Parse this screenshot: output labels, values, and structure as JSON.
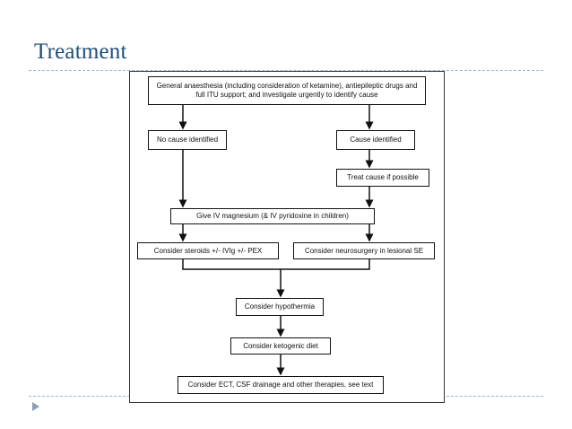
{
  "slide": {
    "title": "Treatment"
  },
  "flowchart": {
    "nodes": {
      "start": "General anaesthesia (including consideration of ketamine), antiepileptic drugs and full ITU support; and investigate urgently to identify cause",
      "no_cause": "No cause identified",
      "cause": "Cause identified",
      "treat_cause": "Treat cause if possible",
      "magnesium": "Give IV magnesium (& IV pyridoxine in children)",
      "steroids": "Consider steroids +/- IVIg +/- PEX",
      "neurosurgery": "Consider neurosurgery in lesional SE",
      "hypothermia": "Consider hypothermia",
      "ketogenic": "Consider ketogenic diet",
      "ect": "Consider ECT, CSF drainage and other therapies, see text"
    }
  },
  "colors": {
    "title": "#1f4e79",
    "rule": "#9fb3c8",
    "bullet": "#8aa0b8"
  }
}
